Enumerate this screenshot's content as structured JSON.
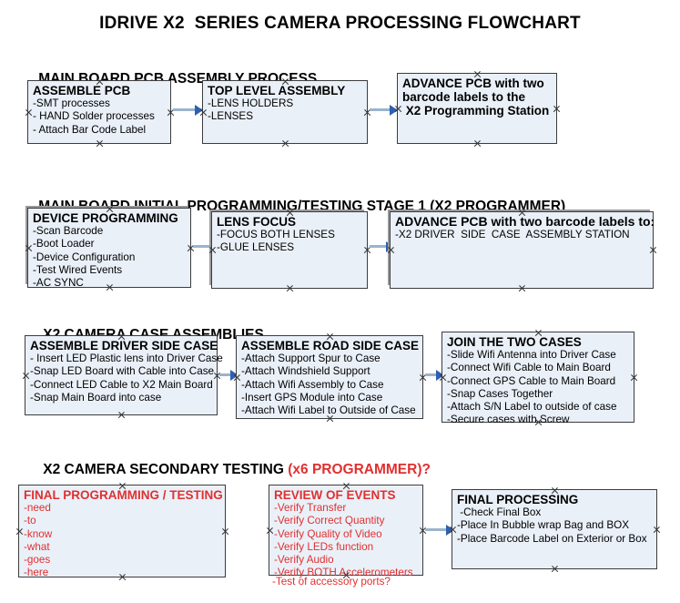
{
  "document": {
    "title": "IDRIVE X2  SERIES CAMERA PROCESSING FLOWCHART"
  },
  "colors": {
    "node_fill": "#eaf0f8",
    "node_border": "#3c3c3c",
    "connector_line": "#9bb3cd",
    "arrow_head": "#2f5fb0",
    "accent_red": "#e03030",
    "text": "#000000"
  },
  "sections": [
    {
      "id": "main-board-pcb",
      "heading": "MAIN BOARD PCB ASSEMBLY PROCESS",
      "heading_accent": "",
      "nodes": [
        {
          "id": "assemble-pcb",
          "title": "ASSEMBLE PCB",
          "lines": [
            "-SMT processes",
            "- HAND Solder processes",
            "- Attach Bar Code Label"
          ]
        },
        {
          "id": "top-level-assembly",
          "title": "TOP LEVEL ASSEMBLY",
          "lines": [
            "-LENS HOLDERS",
            "-LENSES"
          ]
        },
        {
          "id": "advance-pcb-programming-station",
          "title": "ADVANCE PCB with two",
          "lines": [
            "barcode labels to the",
            " X2 Programming Station"
          ]
        }
      ]
    },
    {
      "id": "initial-programming",
      "heading": "MAIN BOARD INITIAL PROGRAMMING/TESTING STAGE 1 (X2 PROGRAMMER)",
      "heading_accent": "",
      "nodes": [
        {
          "id": "device-programming",
          "title": "DEVICE PROGRAMMING",
          "lines": [
            "-Scan Barcode",
            "-Boot Loader",
            "-Device Configuration",
            "-Test Wired Events",
            "-AC SYNC"
          ]
        },
        {
          "id": "lens-focus",
          "title": "LENS FOCUS",
          "lines": [
            "-FOCUS BOTH LENSES",
            "-GLUE LENSES"
          ]
        },
        {
          "id": "advance-pcb-driver-side",
          "title": "ADVANCE PCB with two barcode labels to:",
          "lines": [
            "-X2 DRIVER  SIDE  CASE  ASSEMBLY STATION"
          ]
        }
      ]
    },
    {
      "id": "case-assemblies",
      "heading": "X2 CAMERA CASE ASSEMBLIES",
      "heading_accent": "",
      "nodes": [
        {
          "id": "assemble-driver-side-case",
          "title": "ASSEMBLE DRIVER SIDE CASE",
          "lines": [
            "- Insert LED Plastic lens into Driver Case",
            "-Snap LED Board with Cable into Case",
            "-Connect LED Cable to X2 Main Board",
            "-Snap Main Board into case"
          ]
        },
        {
          "id": "assemble-road-side-case",
          "title": "ASSEMBLE ROAD SIDE CASE",
          "lines": [
            "-Attach Support Spur to Case",
            "-Attach Windshield Support",
            "-Attach Wifi Assembly to Case",
            "-Insert GPS Module into Case",
            "-Attach Wifi Label to Outside of Case"
          ]
        },
        {
          "id": "join-the-two-cases",
          "title": "JOIN THE TWO CASES",
          "lines": [
            "-Slide Wifi Antenna into Driver Case",
            "-Connect Wifi Cable to Main Board",
            "-Connect GPS Cable to Main Board",
            "-Snap Cases Together",
            "-Attach S/N Label to outside of case",
            "-Secure cases with Screw"
          ]
        }
      ]
    },
    {
      "id": "secondary-testing",
      "heading": "X2 CAMERA SECONDARY TESTING ",
      "heading_accent": "(x6 PROGRAMMER)?",
      "nodes": [
        {
          "id": "final-programming-testing",
          "title": "FINAL PROGRAMMING / TESTING",
          "lines": [
            "-need",
            "-to",
            "-know",
            "-what",
            "-goes",
            "-here"
          ]
        },
        {
          "id": "review-of-events",
          "title": "REVIEW OF EVENTS",
          "lines": [
            "-Verify Transfer",
            "-Verify Correct Quantity",
            "-Verify Quality of Video",
            "-Verify LEDs function",
            "-Verify Audio",
            "-Verify BOTH Accelerometers"
          ],
          "overflow_line": "-Test of accessory ports?"
        },
        {
          "id": "final-processing",
          "title": "FINAL PROCESSING",
          "lines": [
            " -Check Final Box",
            "-Place In Bubble wrap Bag and BOX",
            "-Place Barcode Label on Exterior or Box"
          ]
        }
      ]
    }
  ]
}
